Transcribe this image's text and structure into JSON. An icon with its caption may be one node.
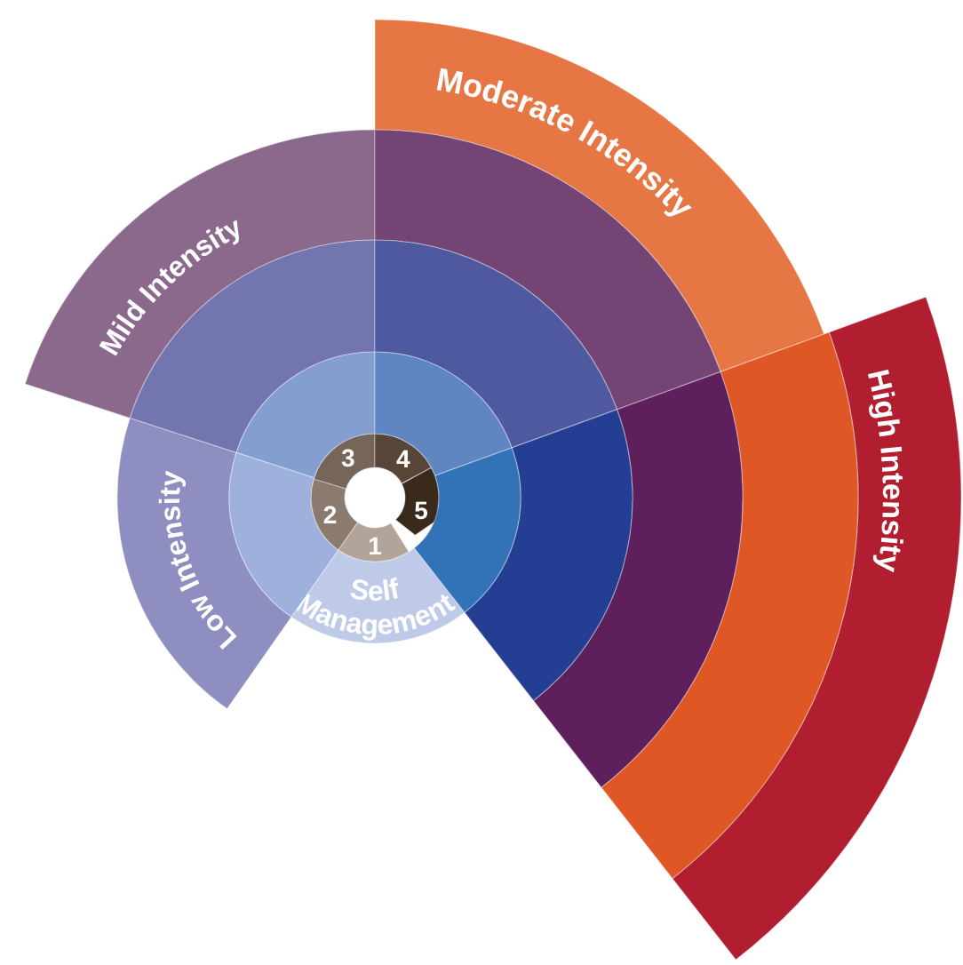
{
  "diagram": {
    "nodes": [
      {
        "text": [
          "Moderate Intensity"
        ]
      },
      {
        "text": [
          "Mild Intensity"
        ]
      },
      {
        "text": [
          "High Intensity"
        ]
      },
      {
        "text": [
          "Low Intensity"
        ]
      },
      {
        "text": [
          "Self Management"
        ]
      },
      {
        "text": [
          "1"
        ]
      },
      {
        "text": [
          "2"
        ]
      },
      {
        "text": [
          "3"
        ]
      },
      {
        "text": [
          "4"
        ]
      },
      {
        "text": [
          "5"
        ]
      },
      {
        "text": [],
        "shape": "band"
      },
      {
        "text": [],
        "shape": "band"
      },
      {
        "text": [],
        "shape": "band"
      },
      {
        "text": [],
        "shape": "band"
      },
      {
        "text": [],
        "shape": "band"
      },
      {
        "text": [],
        "shape": "band"
      },
      {
        "text": [],
        "shape": "band"
      },
      {
        "text": [],
        "shape": "band"
      },
      {
        "text": [],
        "shape": "band"
      },
      {
        "text": [],
        "shape": "band"
      }
    ]
  }
}
